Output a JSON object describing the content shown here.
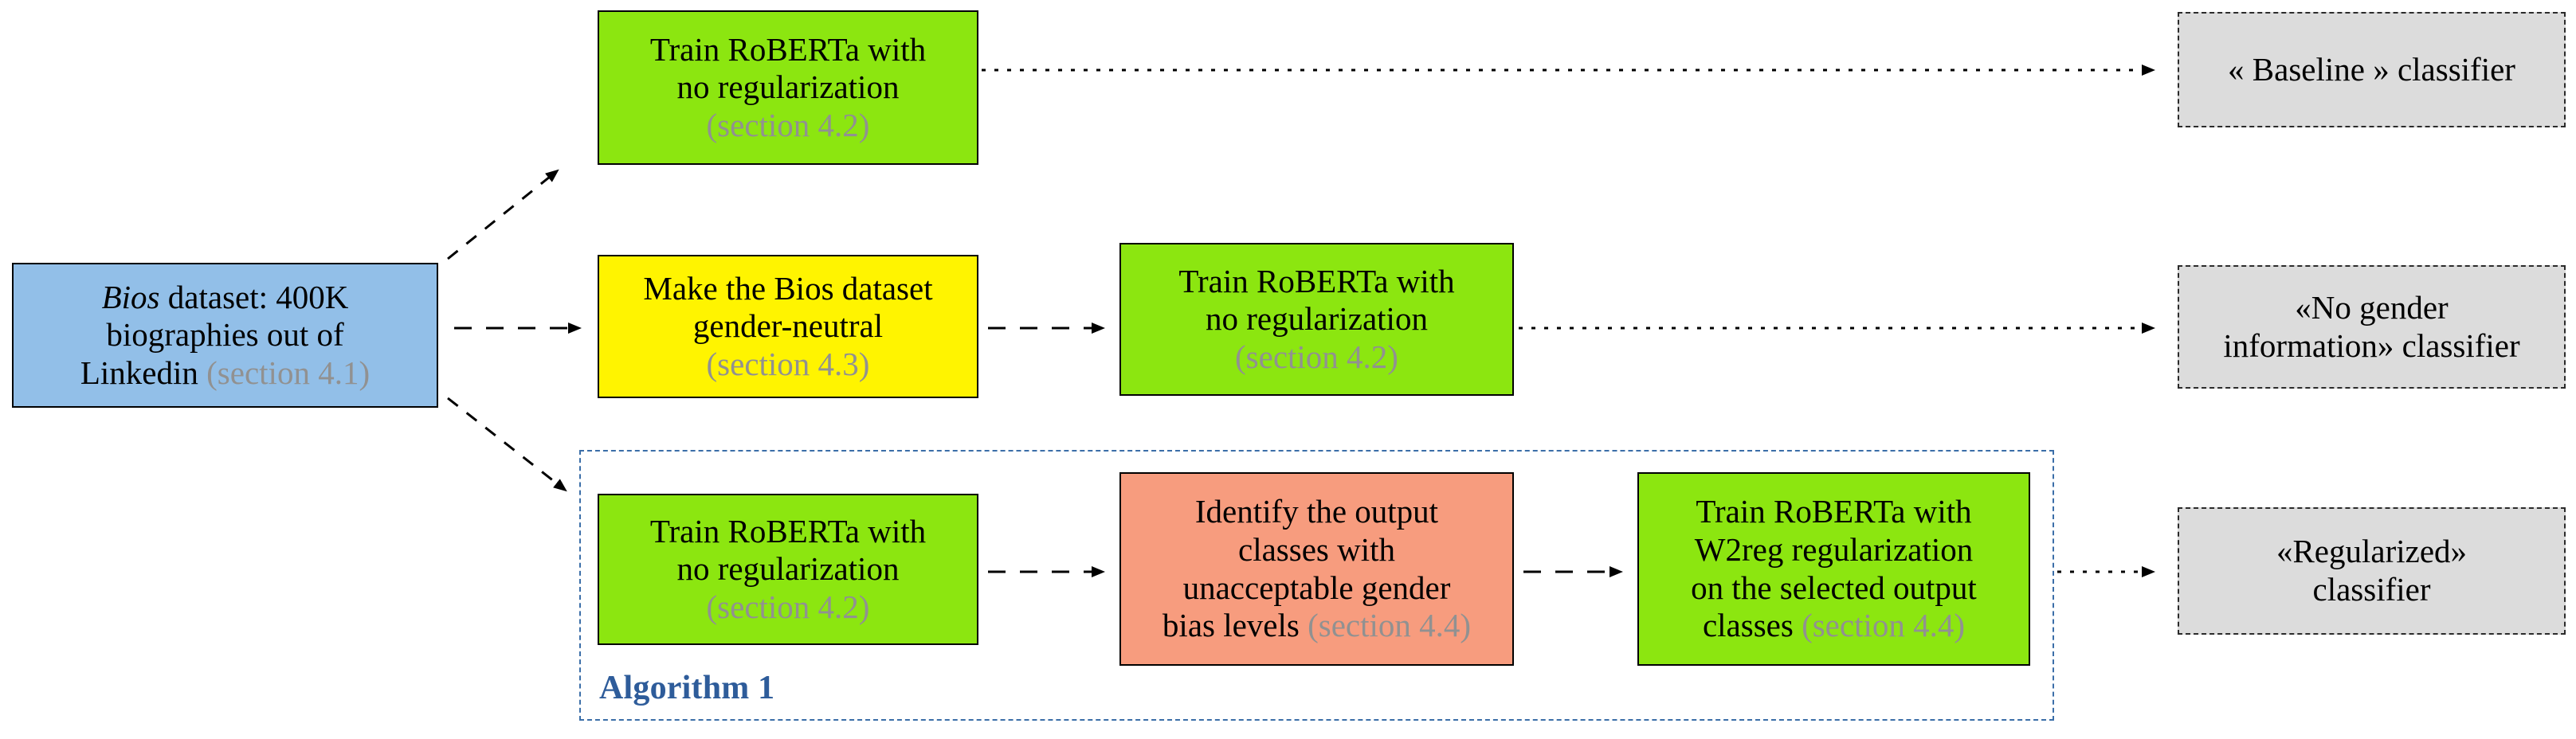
{
  "figure": {
    "colors": {
      "dataset_box": "#92BFE8",
      "train_box": "#8CE610",
      "neutralize_box": "#FFF400",
      "identify_box": "#F79C7E",
      "classifier_box": "#DCDCDC",
      "algorithm_border": "#3B6EA8",
      "algorithm_label": "#2E5C9A",
      "section_text": "#919191"
    }
  },
  "dataset": {
    "name_italic": "Bios",
    "line1_rest": " dataset: 400K",
    "line2": "biographies out of",
    "line3": "Linkedin ",
    "section": "(section 4.1)"
  },
  "nodes": {
    "baseline_train": {
      "line1": "Train RoBERTa with",
      "line2": "no regularization",
      "section": "(section 4.2)"
    },
    "neutralize": {
      "line1": "Make the Bios dataset",
      "line2": "gender-neutral",
      "section": "(section 4.3)"
    },
    "neutral_train": {
      "line1": "Train RoBERTa with",
      "line2": "no regularization",
      "section": "(section 4.2)"
    },
    "algo_train": {
      "line1": "Train RoBERTa with",
      "line2": "no regularization",
      "section": "(section 4.2)"
    },
    "identify": {
      "line1": "Identify the output",
      "line2": "classes with",
      "line3": "unacceptable gender",
      "line4": "bias levels ",
      "section": "(section 4.4)"
    },
    "w2reg_train": {
      "line1": "Train RoBERTa with",
      "line2": "W2reg regularization",
      "line3": "on the selected output",
      "line4": "classes ",
      "section": "(section 4.4)"
    }
  },
  "classifiers": {
    "baseline": {
      "line1": "« Baseline » classifier"
    },
    "no_gender": {
      "line1": "«No gender",
      "line2": "information» classifier"
    },
    "regularized": {
      "line1": "«Regularized»",
      "line2": "classifier"
    }
  },
  "algorithm": {
    "label": "Algorithm 1"
  }
}
